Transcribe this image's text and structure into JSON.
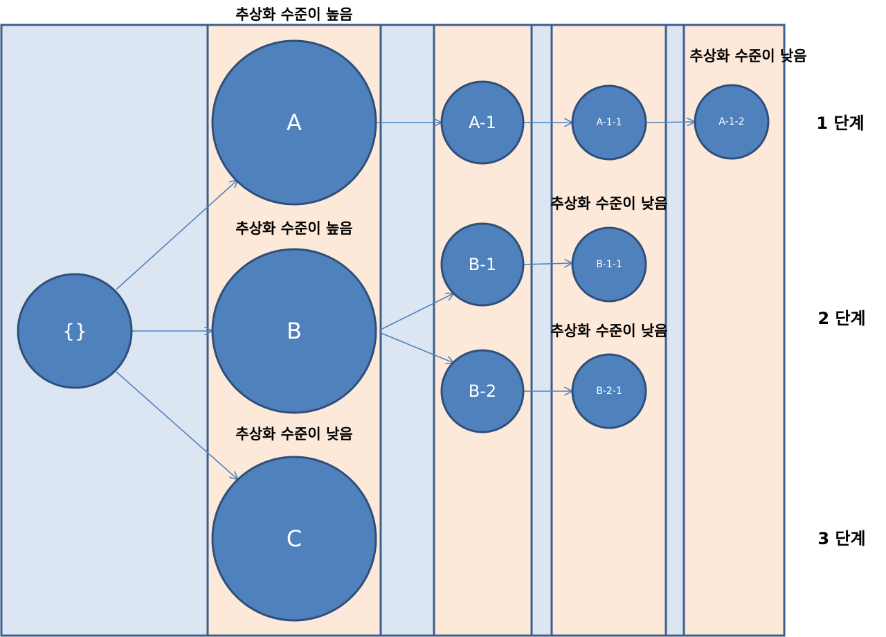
{
  "diagram": {
    "root": {
      "label": "{}"
    },
    "nodes": {
      "a": "A",
      "b": "B",
      "c": "C",
      "a1": "A-1",
      "b1": "B-1",
      "b2": "B-2",
      "a11": "A-1-1",
      "b11": "B-1-1",
      "b21": "B-2-1",
      "a12": "A-1-2"
    },
    "notes": {
      "above_a": "추상화 수준이 높음",
      "above_b": "추상화 수준이 높음",
      "above_c": "추상화 수준이 낮음",
      "above_b1": "추상화 수준이 낮음",
      "above_b2": "추상화 수준이 낮음",
      "above_a12": "추상화 수준이 낮음"
    },
    "levels": [
      "1 단계",
      "2 단계",
      "3 단계"
    ],
    "colors": {
      "node_fill": "#4f81bd",
      "column_blue": "#dce6f2",
      "column_peach": "#fde9d9"
    }
  }
}
